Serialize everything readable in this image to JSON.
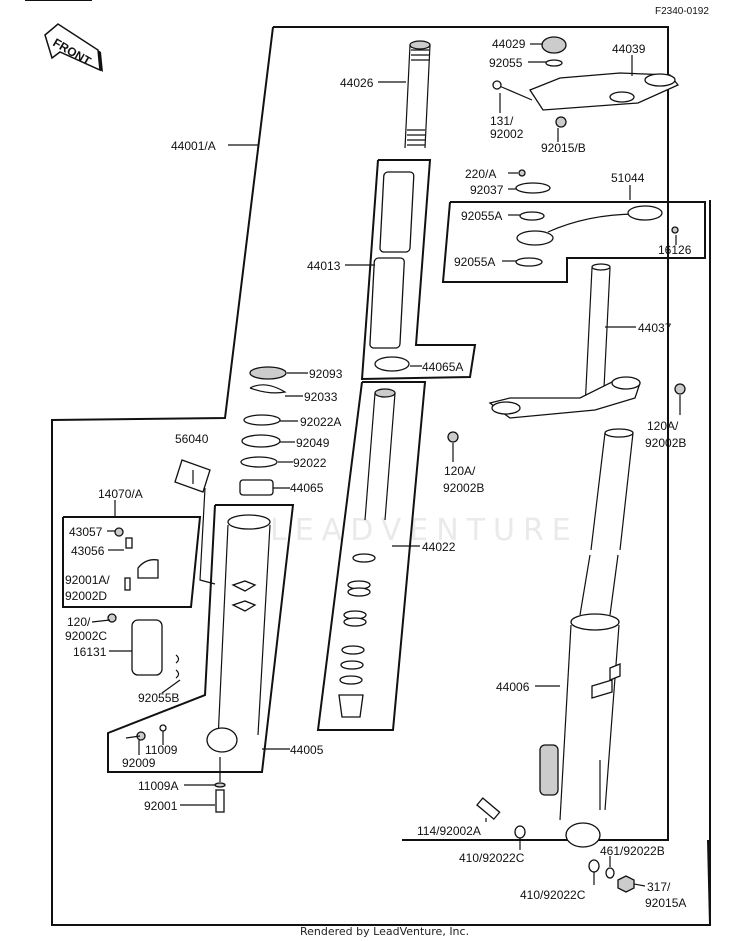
{
  "diagram": {
    "doc_code": "F2340-0192",
    "front_arrow_label": "FRONT",
    "watermark": "LEADVENTURE",
    "footer": "Rendered by LeadVenture, Inc.",
    "callouts": [
      {
        "id": "44001A",
        "text": "44001/A"
      },
      {
        "id": "44026",
        "text": "44026"
      },
      {
        "id": "44029",
        "text": "44029"
      },
      {
        "id": "92055",
        "text": "92055"
      },
      {
        "id": "44039",
        "text": "44039"
      },
      {
        "id": "131_92002_a",
        "text": "131/"
      },
      {
        "id": "131_92002_b",
        "text": "92002"
      },
      {
        "id": "92015B",
        "text": "92015/B"
      },
      {
        "id": "220A",
        "text": "220/A"
      },
      {
        "id": "92037",
        "text": "92037"
      },
      {
        "id": "51044",
        "text": "51044"
      },
      {
        "id": "92055A_1",
        "text": "92055A"
      },
      {
        "id": "16126",
        "text": "16126"
      },
      {
        "id": "92055A_2",
        "text": "92055A"
      },
      {
        "id": "44013",
        "text": "44013"
      },
      {
        "id": "44037",
        "text": "44037"
      },
      {
        "id": "44065A",
        "text": "44065A"
      },
      {
        "id": "92093",
        "text": "92093"
      },
      {
        "id": "92033",
        "text": "92033"
      },
      {
        "id": "92022A",
        "text": "92022A"
      },
      {
        "id": "92049",
        "text": "92049"
      },
      {
        "id": "92022",
        "text": "92022"
      },
      {
        "id": "44065",
        "text": "44065"
      },
      {
        "id": "120A_92002B_r1",
        "text": "120A/"
      },
      {
        "id": "120A_92002B_r2",
        "text": "92002B"
      },
      {
        "id": "120A_92002B_c1",
        "text": "120A/"
      },
      {
        "id": "120A_92002B_c2",
        "text": "92002B"
      },
      {
        "id": "56040",
        "text": "56040"
      },
      {
        "id": "14070A",
        "text": "14070/A"
      },
      {
        "id": "43057",
        "text": "43057"
      },
      {
        "id": "43056",
        "text": "43056"
      },
      {
        "id": "92001A_1",
        "text": "92001A/"
      },
      {
        "id": "92001A_2",
        "text": "92002D"
      },
      {
        "id": "120_92002C_1",
        "text": "120/"
      },
      {
        "id": "120_92002C_2",
        "text": "92002C"
      },
      {
        "id": "16131",
        "text": "16131"
      },
      {
        "id": "92055B",
        "text": "92055B"
      },
      {
        "id": "44022",
        "text": "44022"
      },
      {
        "id": "11009",
        "text": "11009"
      },
      {
        "id": "92009",
        "text": "92009"
      },
      {
        "id": "44005",
        "text": "44005"
      },
      {
        "id": "11009A",
        "text": "11009A"
      },
      {
        "id": "92001",
        "text": "92001"
      },
      {
        "id": "44006",
        "text": "44006"
      },
      {
        "id": "114_92002A",
        "text": "114/92002A"
      },
      {
        "id": "410_92022C_1",
        "text": "410/92022C"
      },
      {
        "id": "461_92022B",
        "text": "461/92022B"
      },
      {
        "id": "410_92022C_2",
        "text": "410/92022C"
      },
      {
        "id": "317_92015A_1",
        "text": "317/"
      },
      {
        "id": "317_92015A_2",
        "text": "92015A"
      }
    ]
  }
}
